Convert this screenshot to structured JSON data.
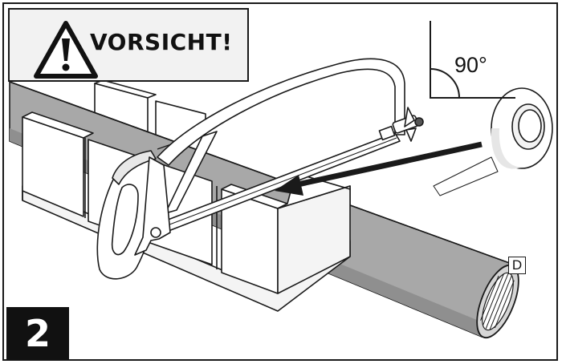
{
  "warning": {
    "text": "VORSICHT!",
    "icon": "warning-triangle-icon"
  },
  "angle": {
    "label": "90°"
  },
  "part_label": "D",
  "step": {
    "number": "2"
  },
  "colors": {
    "outline": "#1a1a1a",
    "pipe_fill": "#a8a8a8",
    "pipe_dark": "#8f8f8f",
    "warning_bg": "#f2f2f2",
    "badge_bg": "#111111"
  }
}
